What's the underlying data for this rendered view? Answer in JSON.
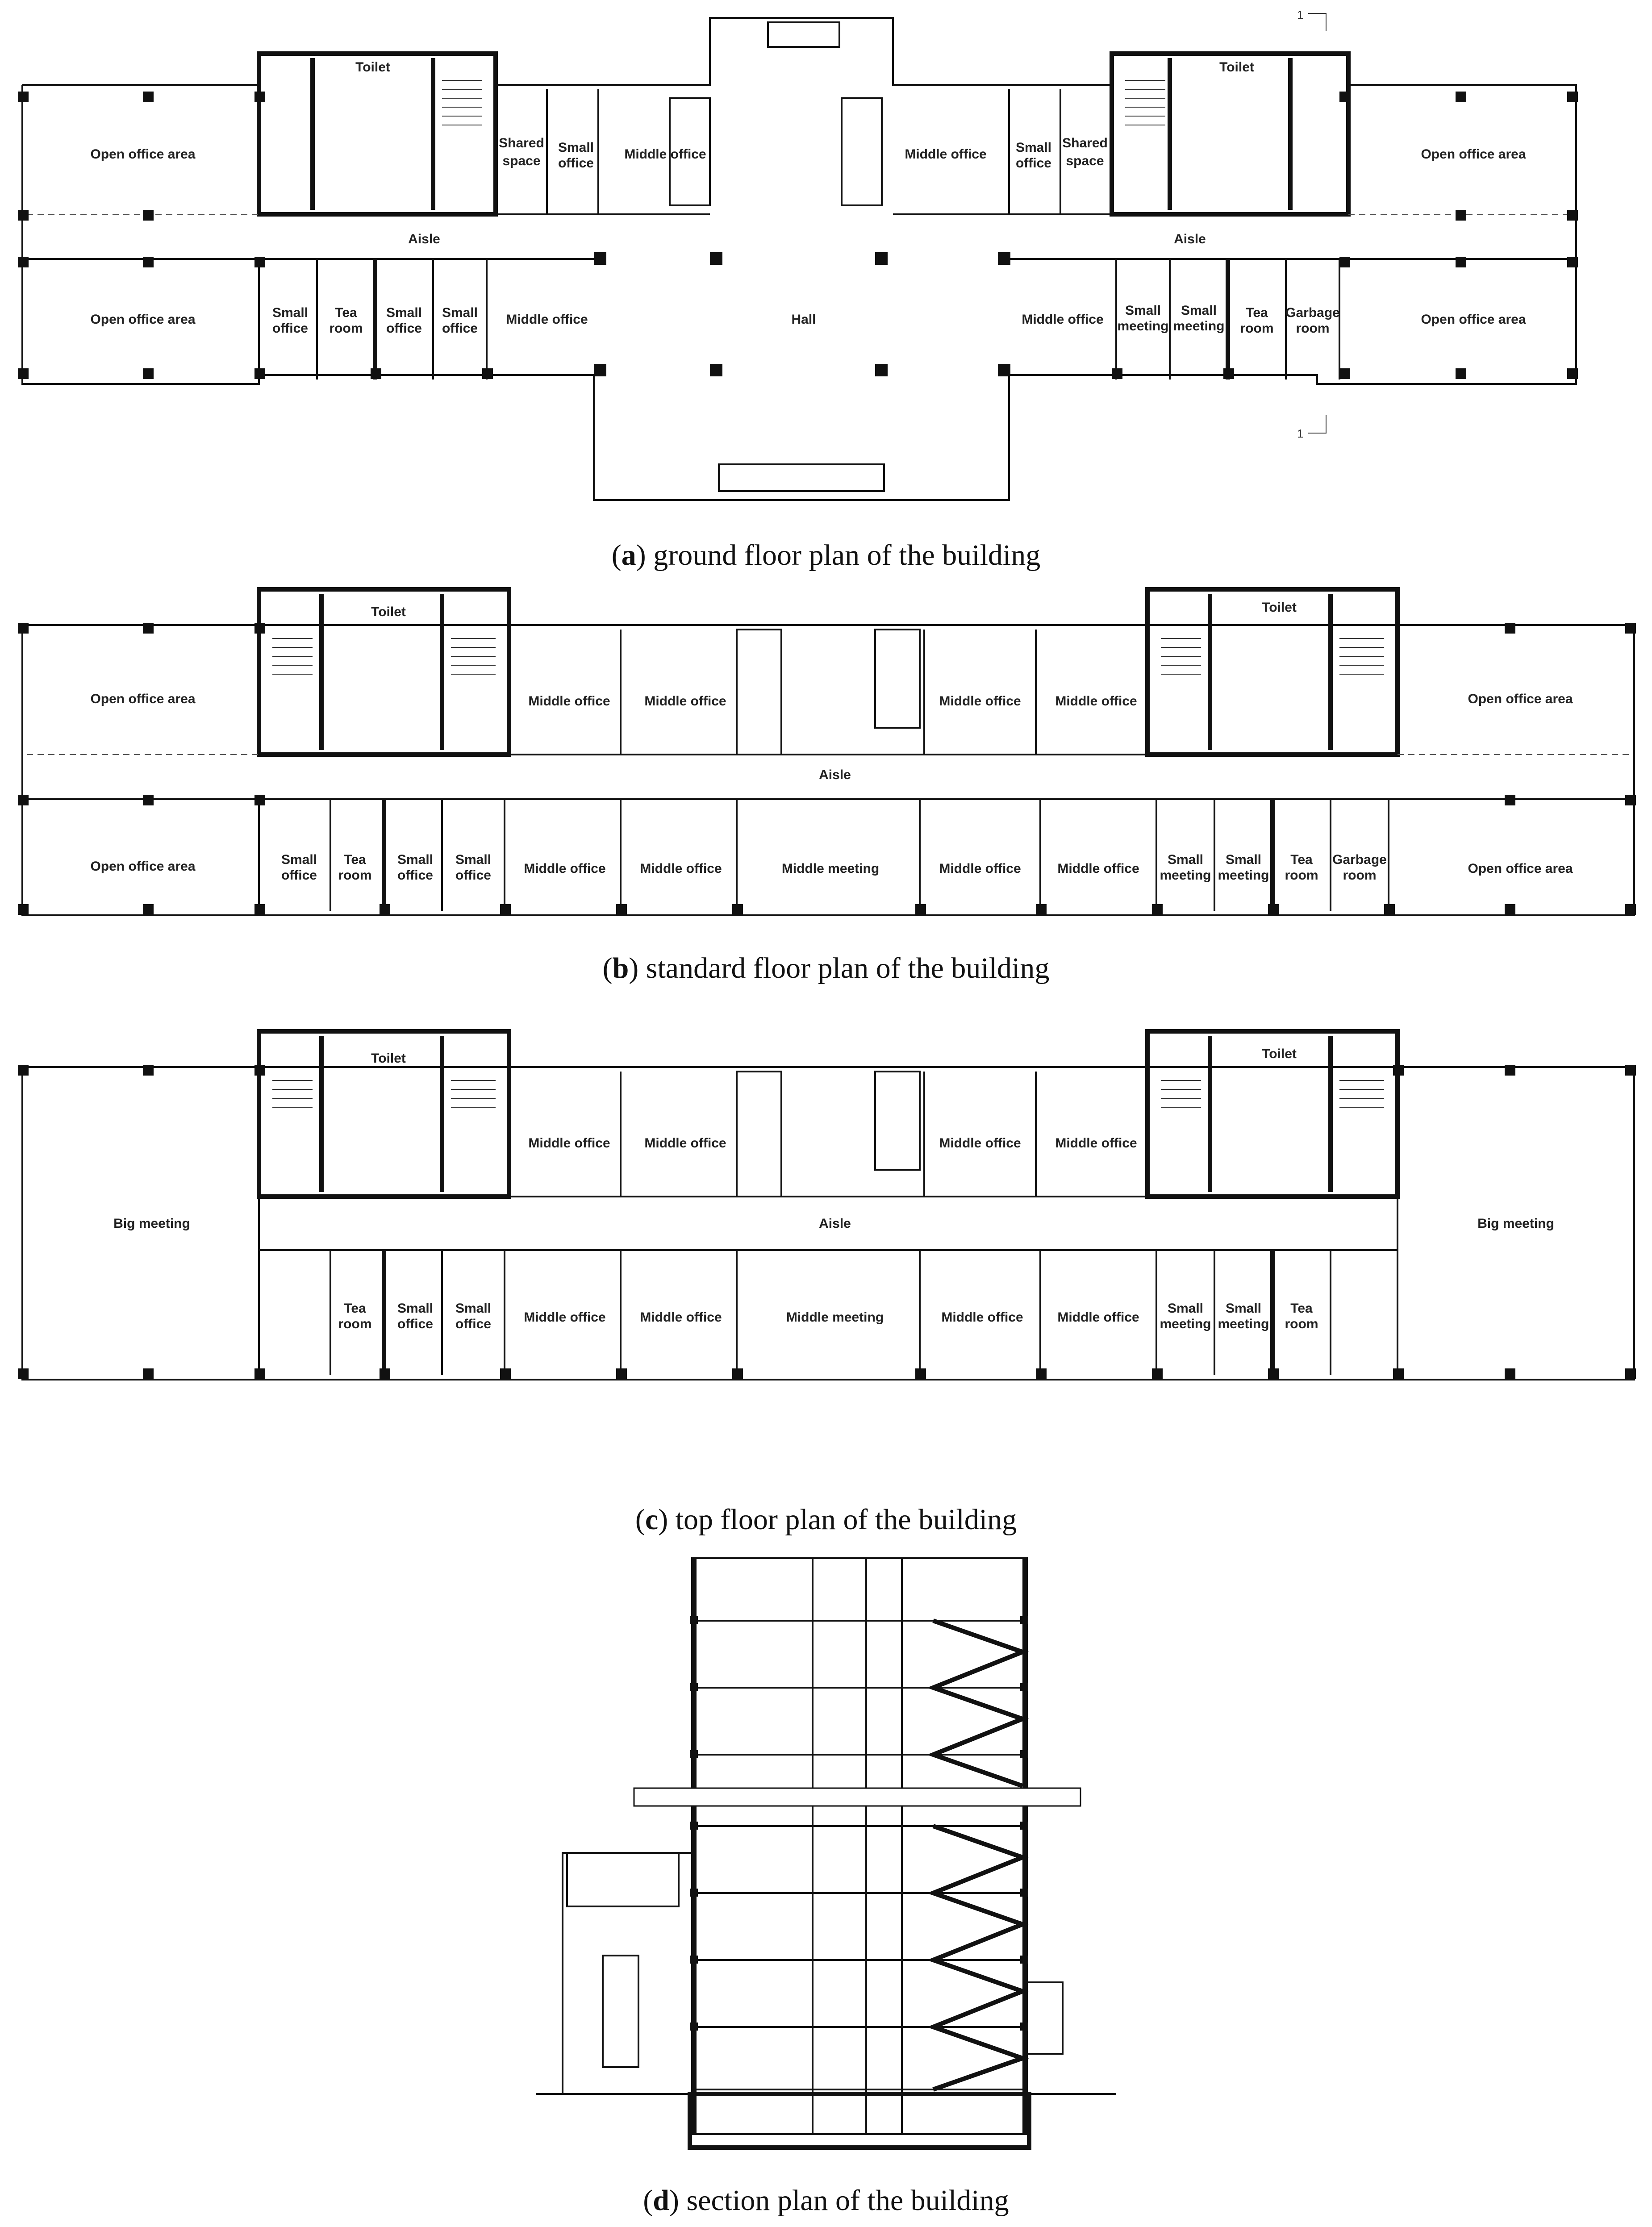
{
  "plans": {
    "ground": {
      "caption_letter": "a",
      "caption_text": " ground floor plan of the building",
      "rooms": [
        "Open office area",
        "Toilet",
        "Shared",
        "space",
        "Small",
        "office",
        "Middle office",
        "Aisle",
        "Open office area",
        "Small",
        "office",
        "Tea",
        "room",
        "Small",
        "office",
        "Small",
        "office",
        "Middle office",
        "Hall",
        "Middle office",
        "Small",
        "office",
        "Shared",
        "space",
        "Toilet",
        "Open office area",
        "Aisle",
        "Middle office",
        "Small",
        "meeting",
        "Small",
        "meeting",
        "Tea",
        "room",
        "Garbage",
        "room",
        "Open office area"
      ],
      "section_marks": [
        "1",
        "1"
      ]
    },
    "standard": {
      "caption_letter": "b",
      "caption_text": " standard floor plan of the building",
      "rooms": [
        "Toilet",
        "Open office area",
        "Middle office",
        "Middle office",
        "Middle office",
        "Middle office",
        "Toilet",
        "Open office area",
        "Aisle",
        "Open office area",
        "Small",
        "office",
        "Tea",
        "room",
        "Small",
        "office",
        "Small",
        "office",
        "Middle office",
        "Middle office",
        "Middle meeting",
        "Middle office",
        "Middle office",
        "Small",
        "meeting",
        "Small",
        "meeting",
        "Tea",
        "room",
        "Garbage",
        "room",
        "Open office area"
      ]
    },
    "top": {
      "caption_letter": "c",
      "caption_text": " top floor plan of the building",
      "rooms": [
        "Toilet",
        "Middle office",
        "Middle office",
        "Middle office",
        "Middle office",
        "Toilet",
        "Big meeting",
        "Aisle",
        "Big meeting",
        "Tea",
        "room",
        "Small",
        "office",
        "Small",
        "office",
        "Middle office",
        "Middle office",
        "Middle meeting",
        "Middle office",
        "Middle office",
        "Small",
        "meeting",
        "Small",
        "meeting",
        "Tea",
        "room"
      ]
    },
    "section": {
      "caption_letter": "d",
      "caption_text": " section plan of the building"
    }
  }
}
